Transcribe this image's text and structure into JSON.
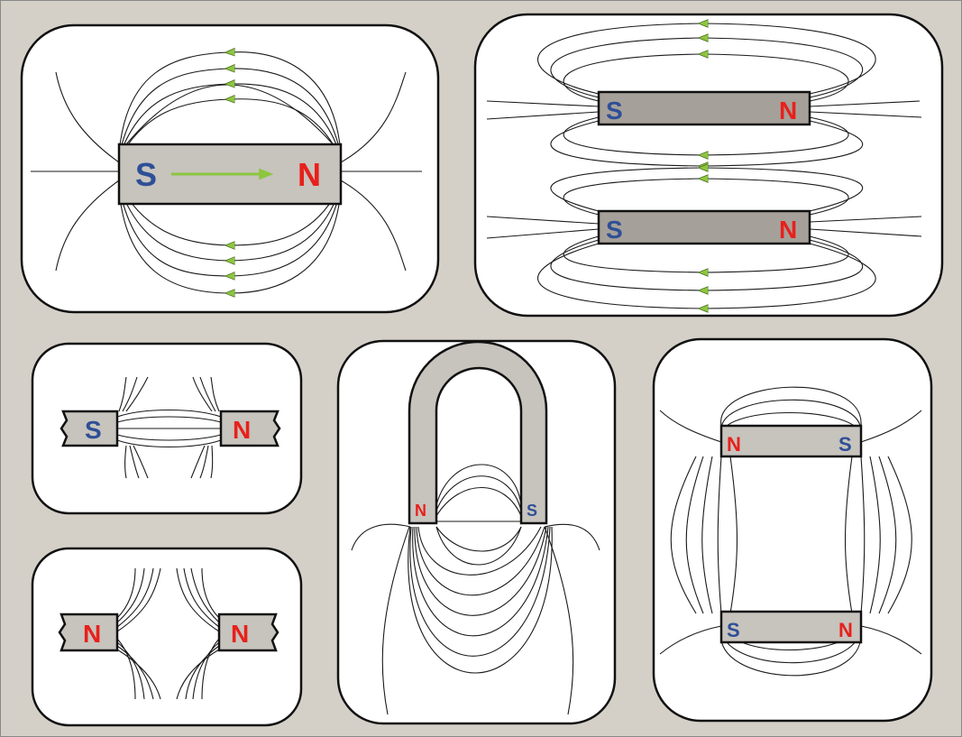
{
  "colors": {
    "background": "#d4d0c8",
    "panel": "#ffffff",
    "magnet": "#c7c3bd",
    "magnet_dark": "#9a958f",
    "line": "#1a1a1a",
    "arrow": "#8cc63f",
    "north": "#e8201b",
    "south": "#2e4f96"
  },
  "panels": {
    "single_bar": {
      "south": "S",
      "north": "N"
    },
    "parallel_bars": {
      "upper": {
        "south": "S",
        "north": "N"
      },
      "lower": {
        "south": "S",
        "north": "N"
      }
    },
    "attracting_poles": {
      "left": "S",
      "right": "N"
    },
    "repelling_poles": {
      "left": "N",
      "right": "N"
    },
    "horseshoe": {
      "left": "N",
      "right": "S"
    },
    "antiparallel_bars": {
      "upper": {
        "left": "N",
        "right": "S"
      },
      "lower": {
        "left": "S",
        "right": "N"
      }
    }
  }
}
